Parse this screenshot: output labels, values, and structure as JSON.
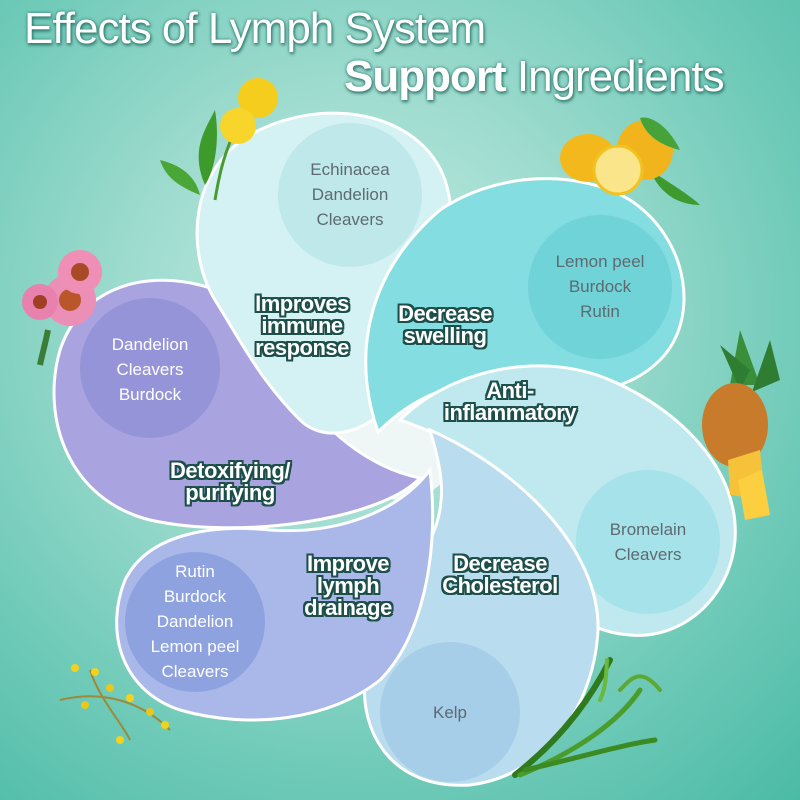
{
  "title": {
    "line1": "Effects of Lymph System",
    "line2_bold": "Support",
    "line2_rest": " Ingredients"
  },
  "colors": {
    "background": "#6fcab8",
    "immune_petal": "#d4f2f3",
    "swelling_petal": "#84dde0",
    "inflammatory_petal": "#bfe9ee",
    "cholesterol_petal": "#b9dcee",
    "drainage_petal": "#a9b8e8",
    "detox_petal": "#a9a4e0",
    "effect_text_outline": "#1d4f4a"
  },
  "effects": [
    {
      "id": "immune",
      "label_lines": [
        "Improves",
        "immune",
        "response"
      ],
      "ingredients": [
        "Echinacea",
        "Dandelion",
        "Cleavers"
      ],
      "image": "dandelion-flower"
    },
    {
      "id": "swelling",
      "label_lines": [
        "Decrease",
        "swelling"
      ],
      "ingredients": [
        "Lemon peel",
        "Burdock",
        "Rutin"
      ],
      "image": "lemon"
    },
    {
      "id": "inflammatory",
      "label_lines": [
        "Anti-",
        "inflammatory"
      ],
      "ingredients": [
        "Bromelain",
        "Cleavers"
      ],
      "image": "pineapple"
    },
    {
      "id": "cholesterol",
      "label_lines": [
        "Decrease",
        "Cholesterol"
      ],
      "ingredients": [
        "Kelp"
      ],
      "image": "kelp"
    },
    {
      "id": "drainage",
      "label_lines": [
        "Improve",
        "lymph",
        "drainage"
      ],
      "ingredients": [
        "Rutin",
        "Burdock",
        "Dandelion",
        "Lemon peel",
        "Cleavers"
      ],
      "image": "cleavers-flower"
    },
    {
      "id": "detox",
      "label_lines": [
        "Detoxifying/",
        "purifying"
      ],
      "ingredients": [
        "Dandelion",
        "Cleavers",
        "Burdock"
      ],
      "image": "echinacea-flower"
    }
  ]
}
